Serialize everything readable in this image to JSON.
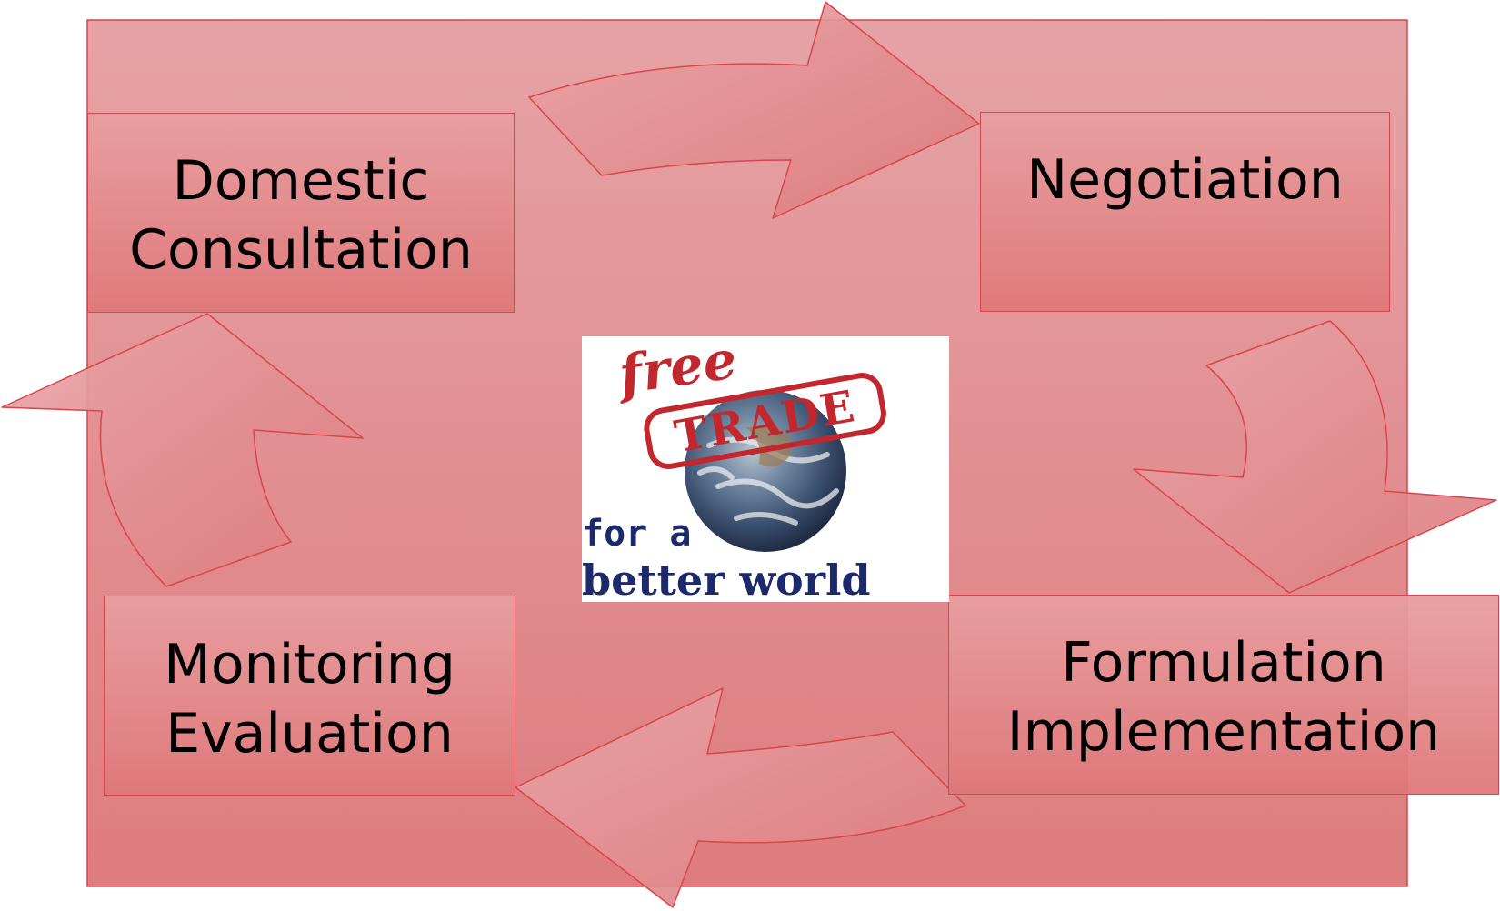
{
  "diagram": {
    "steps": {
      "domestic": {
        "line1": "Domestic",
        "line2": "Consultation"
      },
      "negotiation": {
        "line1": "Negotiation"
      },
      "formulation": {
        "line1": "Formulation",
        "line2": "Implementation"
      },
      "monitoring": {
        "line1": "Monitoring",
        "line2": "Evaluation"
      }
    },
    "logo": {
      "free": "free",
      "trade": "TRADE",
      "tagline1": "for a",
      "tagline2": "better world"
    }
  },
  "colors": {
    "panel_fill": "#e49a9c",
    "panel_stroke": "#d9454c",
    "arrow_fill": "#e08a8d",
    "text": "#000000",
    "logo_red": "#c1272d",
    "logo_navy": "#1c2a6b"
  }
}
